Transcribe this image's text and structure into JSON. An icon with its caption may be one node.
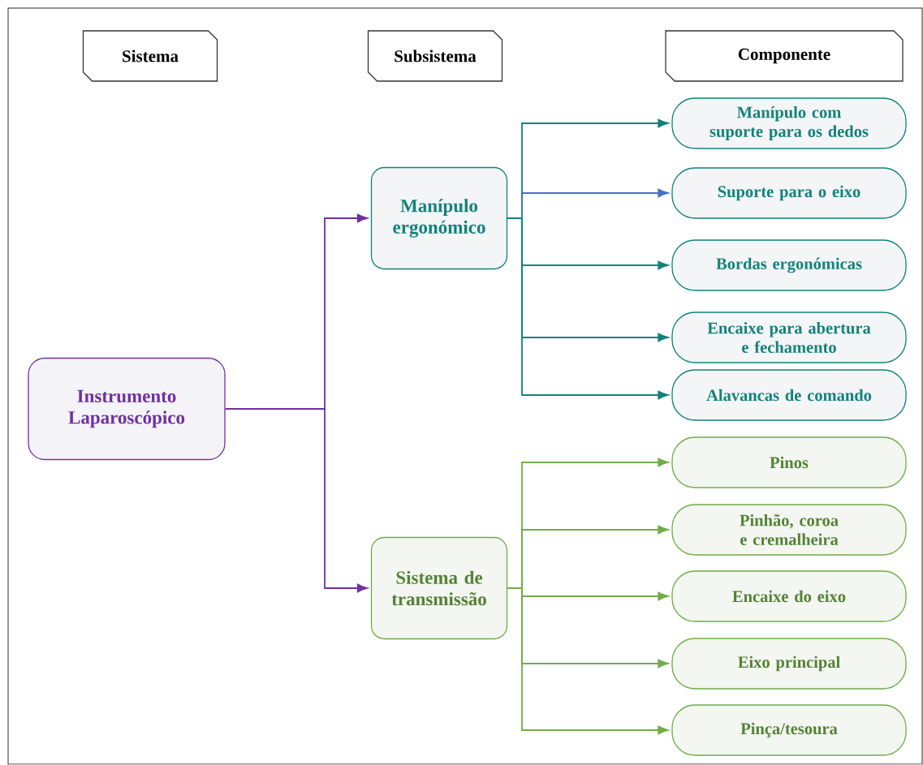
{
  "diagram": {
    "nodes": [
      {
        "text": [
          "Sistema"
        ]
      },
      {
        "text": [
          "Subsistema"
        ]
      },
      {
        "text": [
          "Componente"
        ]
      },
      {
        "text": [
          "Instrumento Laparoscópico"
        ]
      },
      {
        "text": [
          "Manípulo ergonómico"
        ]
      },
      {
        "text": [
          "Sistema de transmissão"
        ]
      },
      {
        "text": [
          "Manípulo com suporte para os dedos"
        ]
      },
      {
        "text": [
          "Suporte para o eixo"
        ]
      },
      {
        "text": [
          "Bordas ergonómicas"
        ]
      },
      {
        "text": [
          "Encaixe para abertura e fechamento"
        ]
      },
      {
        "text": [
          "Alavancas de comando"
        ]
      },
      {
        "text": [
          "Pinos"
        ]
      },
      {
        "text": [
          "Pinhão, coroa e cremalheira"
        ]
      },
      {
        "text": [
          "Encaixe do eixo"
        ]
      },
      {
        "text": [
          "Eixo principal"
        ]
      },
      {
        "text": [
          "Pinça/tesoura"
        ]
      }
    ],
    "edges": [
      {
        "from": 3,
        "to": 4,
        "arrow": "to",
        "color": "#7030a0"
      },
      {
        "from": 3,
        "to": 5,
        "arrow": "to",
        "color": "#7030a0"
      },
      {
        "from": 4,
        "to": 6,
        "arrow": "to",
        "color": "#13827a"
      },
      {
        "from": 4,
        "to": 7,
        "arrow": "to",
        "color": "#4472c4"
      },
      {
        "from": 4,
        "to": 8,
        "arrow": "to",
        "color": "#13827a"
      },
      {
        "from": 4,
        "to": 9,
        "arrow": "to",
        "color": "#13827a"
      },
      {
        "from": 4,
        "to": 10,
        "arrow": "to",
        "color": "#13827a"
      },
      {
        "from": 5,
        "to": 11,
        "arrow": "to",
        "color": "#70ad47"
      },
      {
        "from": 5,
        "to": 12,
        "arrow": "to",
        "color": "#70ad47"
      },
      {
        "from": 5,
        "to": 13,
        "arrow": "to",
        "color": "#70ad47"
      },
      {
        "from": 5,
        "to": 14,
        "arrow": "to",
        "color": "#70ad47"
      },
      {
        "from": 5,
        "to": 15,
        "arrow": "to",
        "color": "#70ad47"
      }
    ]
  }
}
